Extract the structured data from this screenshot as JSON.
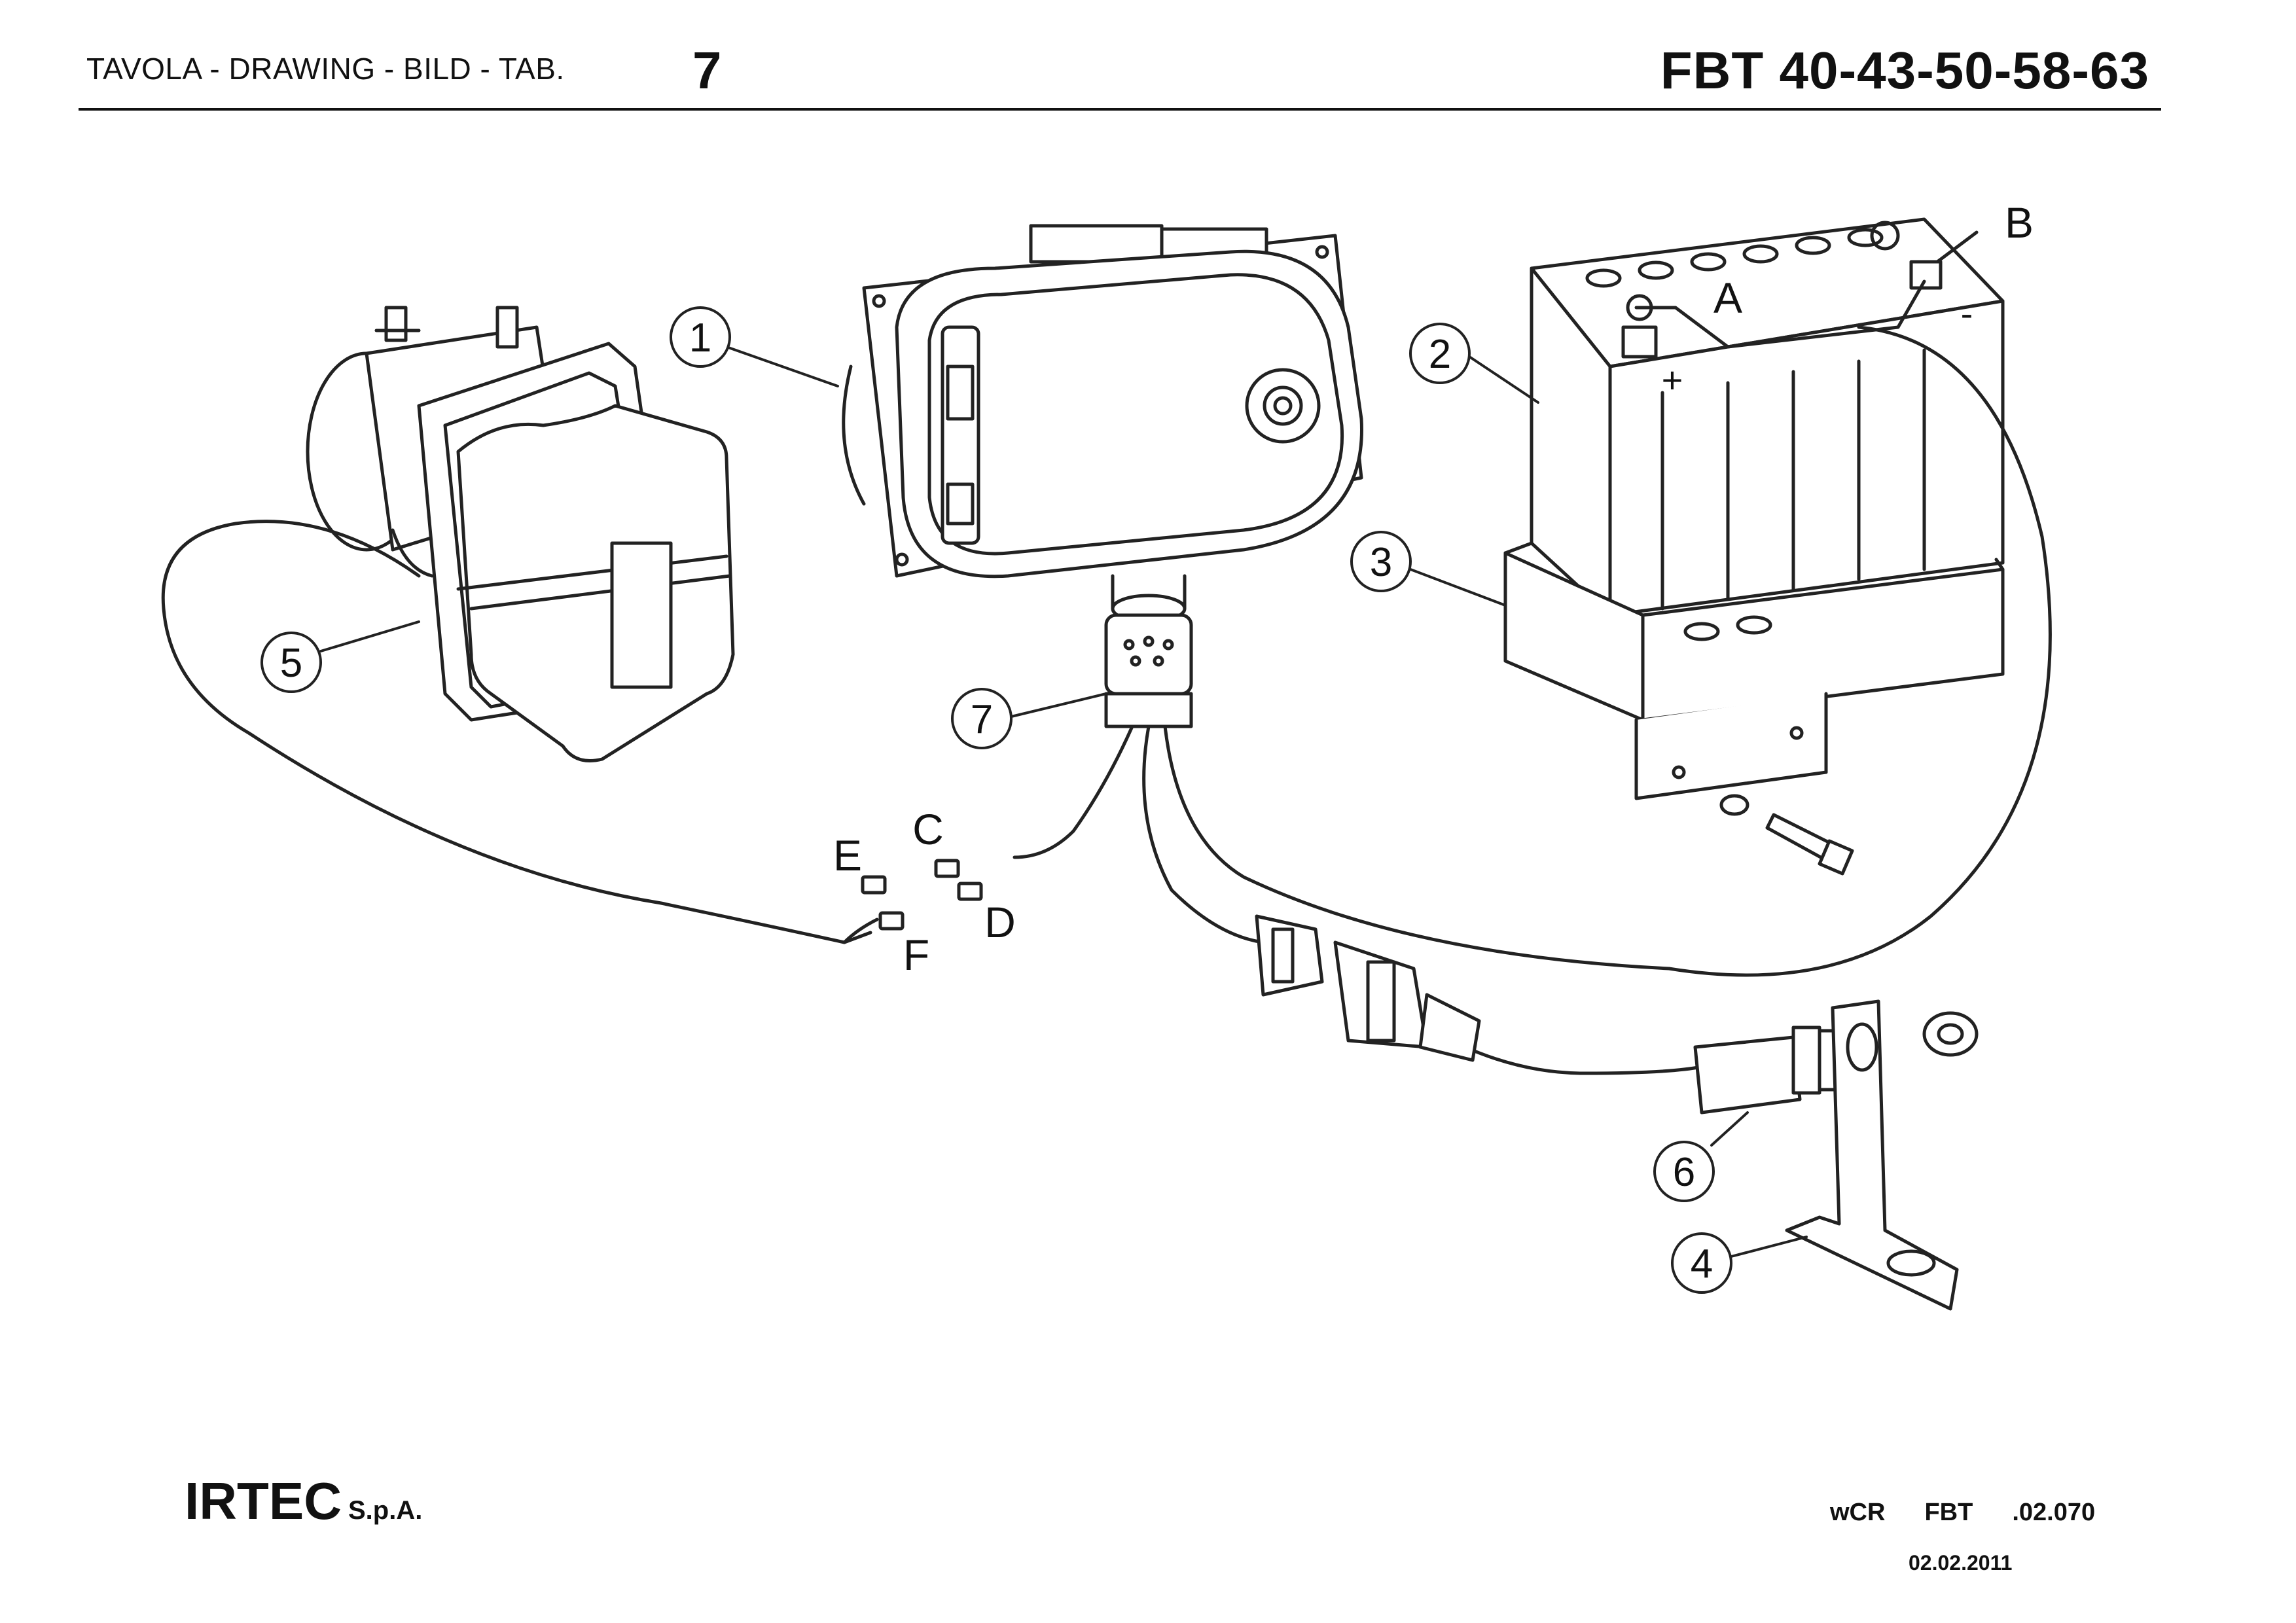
{
  "header": {
    "left": "TAVOLA - DRAWING - BILD - TAB.",
    "table_number": "7",
    "model": "FBT 40-43-50-58-63"
  },
  "callouts": {
    "c1": "1",
    "c2": "2",
    "c3": "3",
    "c4": "4",
    "c5": "5",
    "c6": "6",
    "c7": "7"
  },
  "letters": {
    "a": "A",
    "b": "B",
    "c": "C",
    "d": "D",
    "e": "E",
    "f": "F"
  },
  "battery_marks": {
    "plus": "+",
    "minus": "-"
  },
  "footer": {
    "company": "IRTEC",
    "company_suffix": "S.p.A.",
    "code_1": "wCR",
    "code_2": "FBT",
    "code_3": ".02.070",
    "date": "02.02.2011"
  }
}
